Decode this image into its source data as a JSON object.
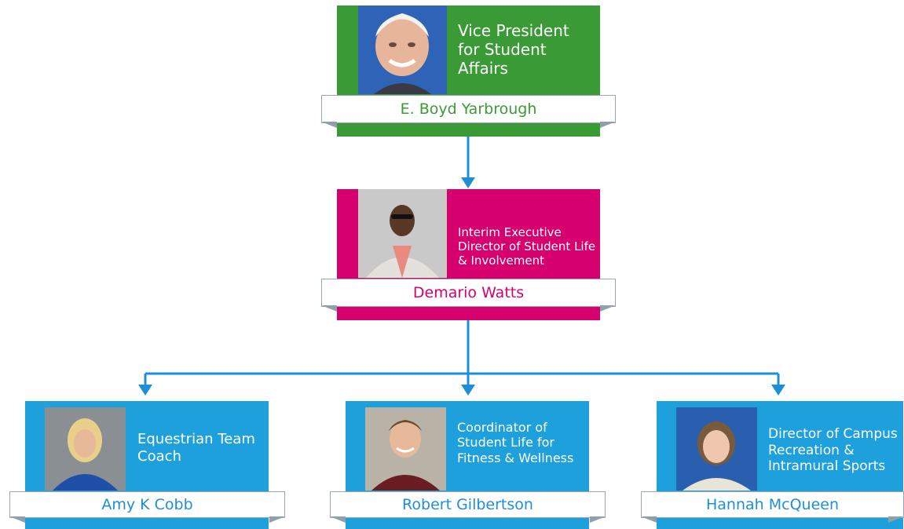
{
  "colors": {
    "vp": "#3a9a35",
    "director": "#d6006f",
    "staff": "#1ea0dc",
    "line": "#1e8fd6"
  },
  "nodes": {
    "vp": {
      "title": "Vice President for Student Affairs",
      "name": "E. Boyd Yarbrough"
    },
    "director": {
      "title": "Interim Executive Director of Student Life & Involvement",
      "name": "Demario Watts"
    },
    "staff1": {
      "title": "Equestrian Team Coach",
      "name": "Amy K Cobb"
    },
    "staff2": {
      "title": "Coordinator of Student Life for Fitness & Wellness",
      "name": "Robert Gilbertson"
    },
    "staff3": {
      "title": "Director of Campus Recreation & Intramural Sports",
      "name": "Hannah McQueen"
    }
  }
}
